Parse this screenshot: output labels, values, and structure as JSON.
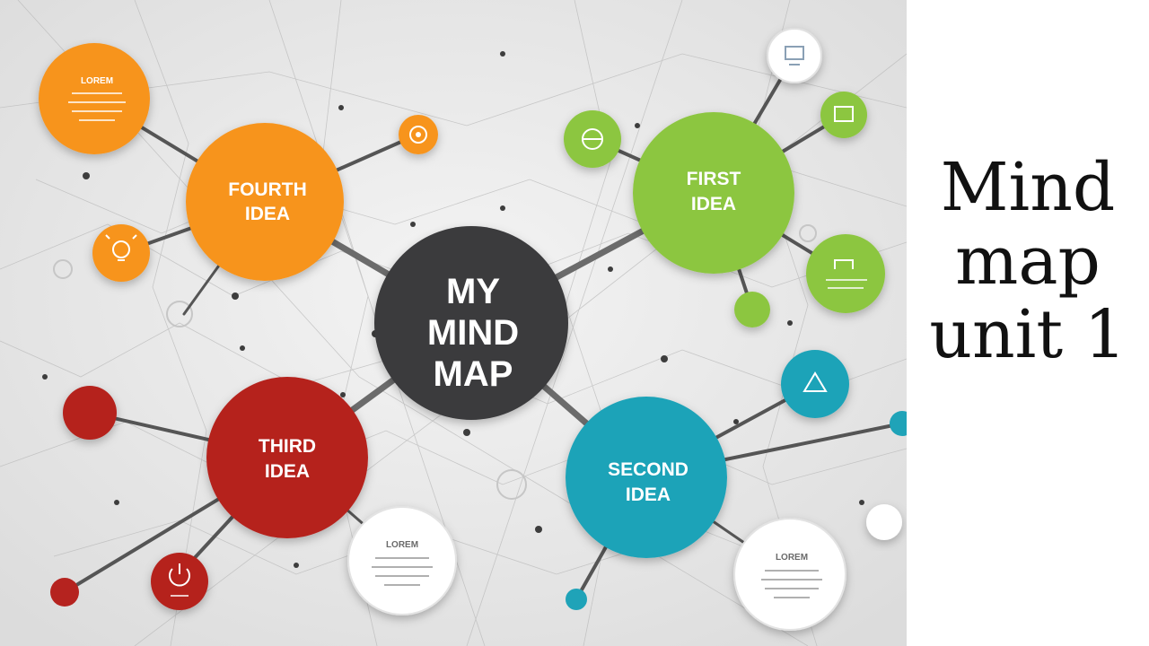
{
  "center": {
    "lines": [
      "MY",
      "MIND",
      "MAP"
    ],
    "color": "#3a3a3c"
  },
  "ideas": [
    {
      "key": "first",
      "lines": [
        "FIRST",
        "IDEA"
      ],
      "color": "#8cc63f"
    },
    {
      "key": "second",
      "lines": [
        "SECOND",
        "IDEA"
      ],
      "color": "#1fa3b8"
    },
    {
      "key": "third",
      "lines": [
        "THIRD",
        "IDEA"
      ],
      "color": "#b5231f"
    },
    {
      "key": "fourth",
      "lines": [
        "FOURTH",
        "IDEA"
      ],
      "color": "#f7941d"
    }
  ],
  "info_bubbles": {
    "orange": "LOREM",
    "white_left": "LOREM",
    "white_right": "LOREM"
  },
  "icons": {
    "fourth": [
      "target-icon",
      "lightbulb-icon"
    ],
    "first": [
      "globe-icon",
      "computer-icon",
      "image-icon",
      "chart-icon"
    ],
    "second": [
      "rocket-icon"
    ],
    "third": [
      "power-icon"
    ]
  },
  "side_title": [
    "Mind",
    "map",
    "unit 1"
  ]
}
